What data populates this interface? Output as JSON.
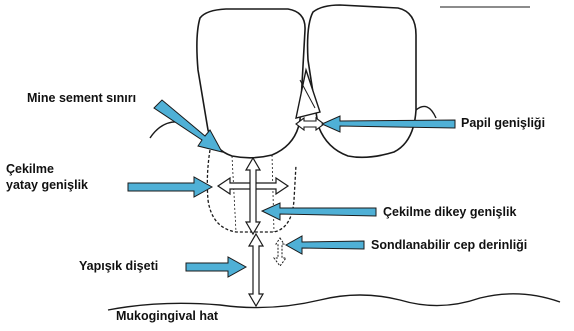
{
  "labels": {
    "mine_sement": "Mine sement sınırı",
    "papil": "Papil genişliği",
    "cekilme_yatay_1": "Çekilme",
    "cekilme_yatay_2": "yatay genişlik",
    "cekilme_dikey": "Çekilme dikey genişlik",
    "sondlanabilir": "Sondlanabilir cep derinliği",
    "yapisik": "Yapışık dişeti",
    "mukogingival": "Mukogingival hat"
  },
  "colors": {
    "arrow_fill": "#4fb0d6",
    "arrow_stroke": "#1a1a1a",
    "outline": "#1a1a1a"
  }
}
